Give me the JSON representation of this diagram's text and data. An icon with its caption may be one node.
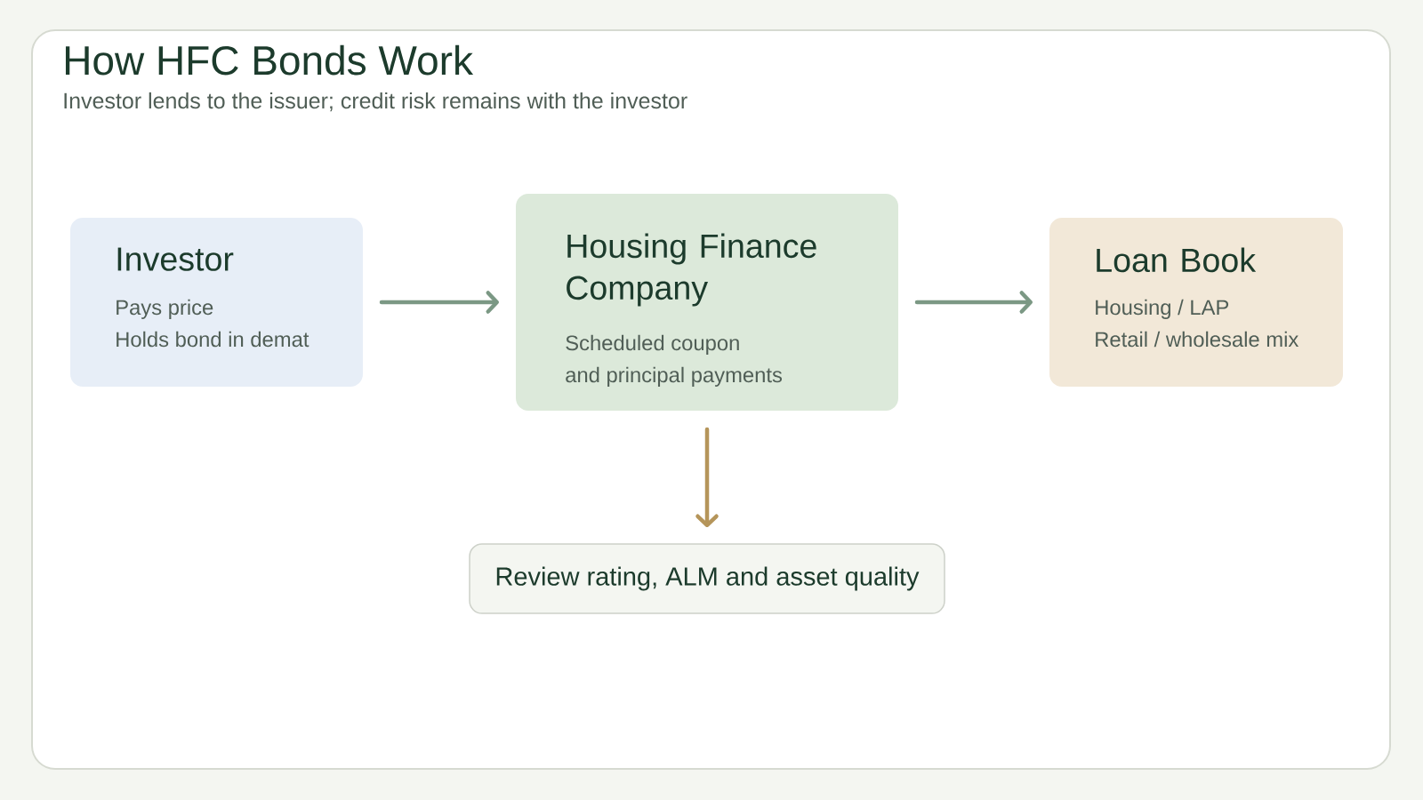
{
  "diagram": {
    "title": "How HFC Bonds Work",
    "nodes": [
      {
        "text": [
          "Investor",
          "Pays price",
          "Holds bond in demat"
        ]
      },
      {
        "text": [
          "Housing Finance Company",
          "Scheduled coupon",
          "and principal payments"
        ]
      },
      {
        "text": [
          "Loan Book",
          "Housing / LAP",
          "Retail / wholesale mix"
        ]
      },
      {
        "text": [
          "Review rating, ALM and asset quality"
        ]
      }
    ],
    "edges": [
      {
        "from": 0,
        "to": 1,
        "arrow": "to"
      },
      {
        "from": 1,
        "to": 2,
        "arrow": "to"
      },
      {
        "from": 1,
        "to": 3,
        "arrow": "to",
        "color": "#b5955a"
      }
    ],
    "labels": [
      "Investor lends to the issuer; credit risk remains with the investor"
    ]
  }
}
